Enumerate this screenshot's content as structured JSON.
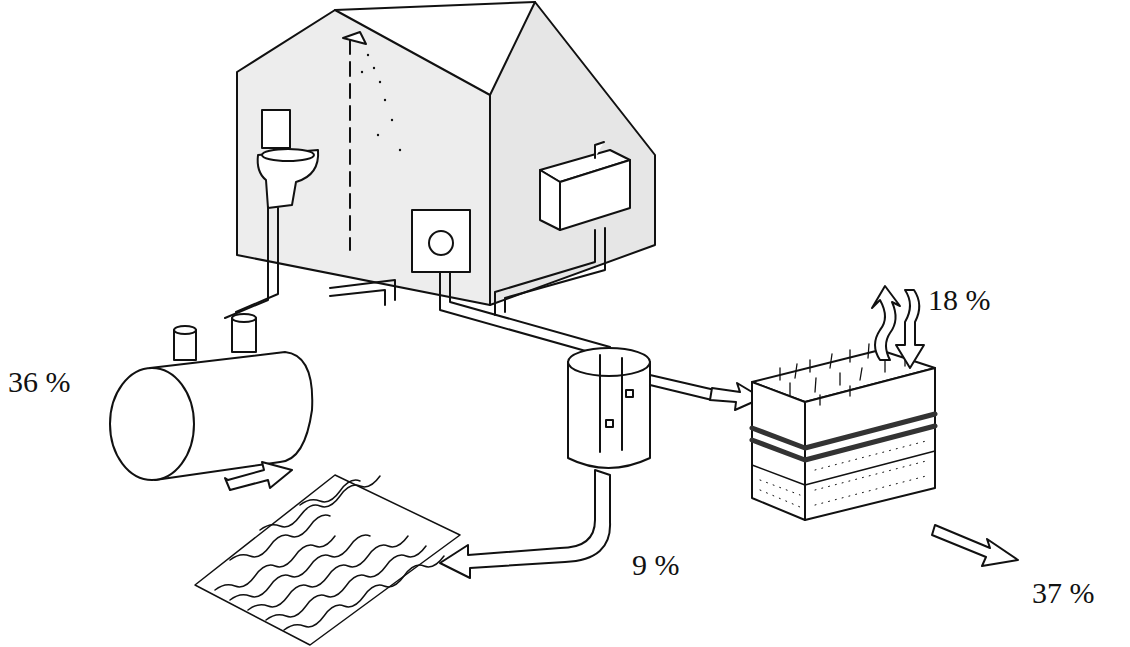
{
  "diagram": {
    "labels": [
      "36 %",
      "18 %",
      "9 %",
      "37 %"
    ]
  }
}
